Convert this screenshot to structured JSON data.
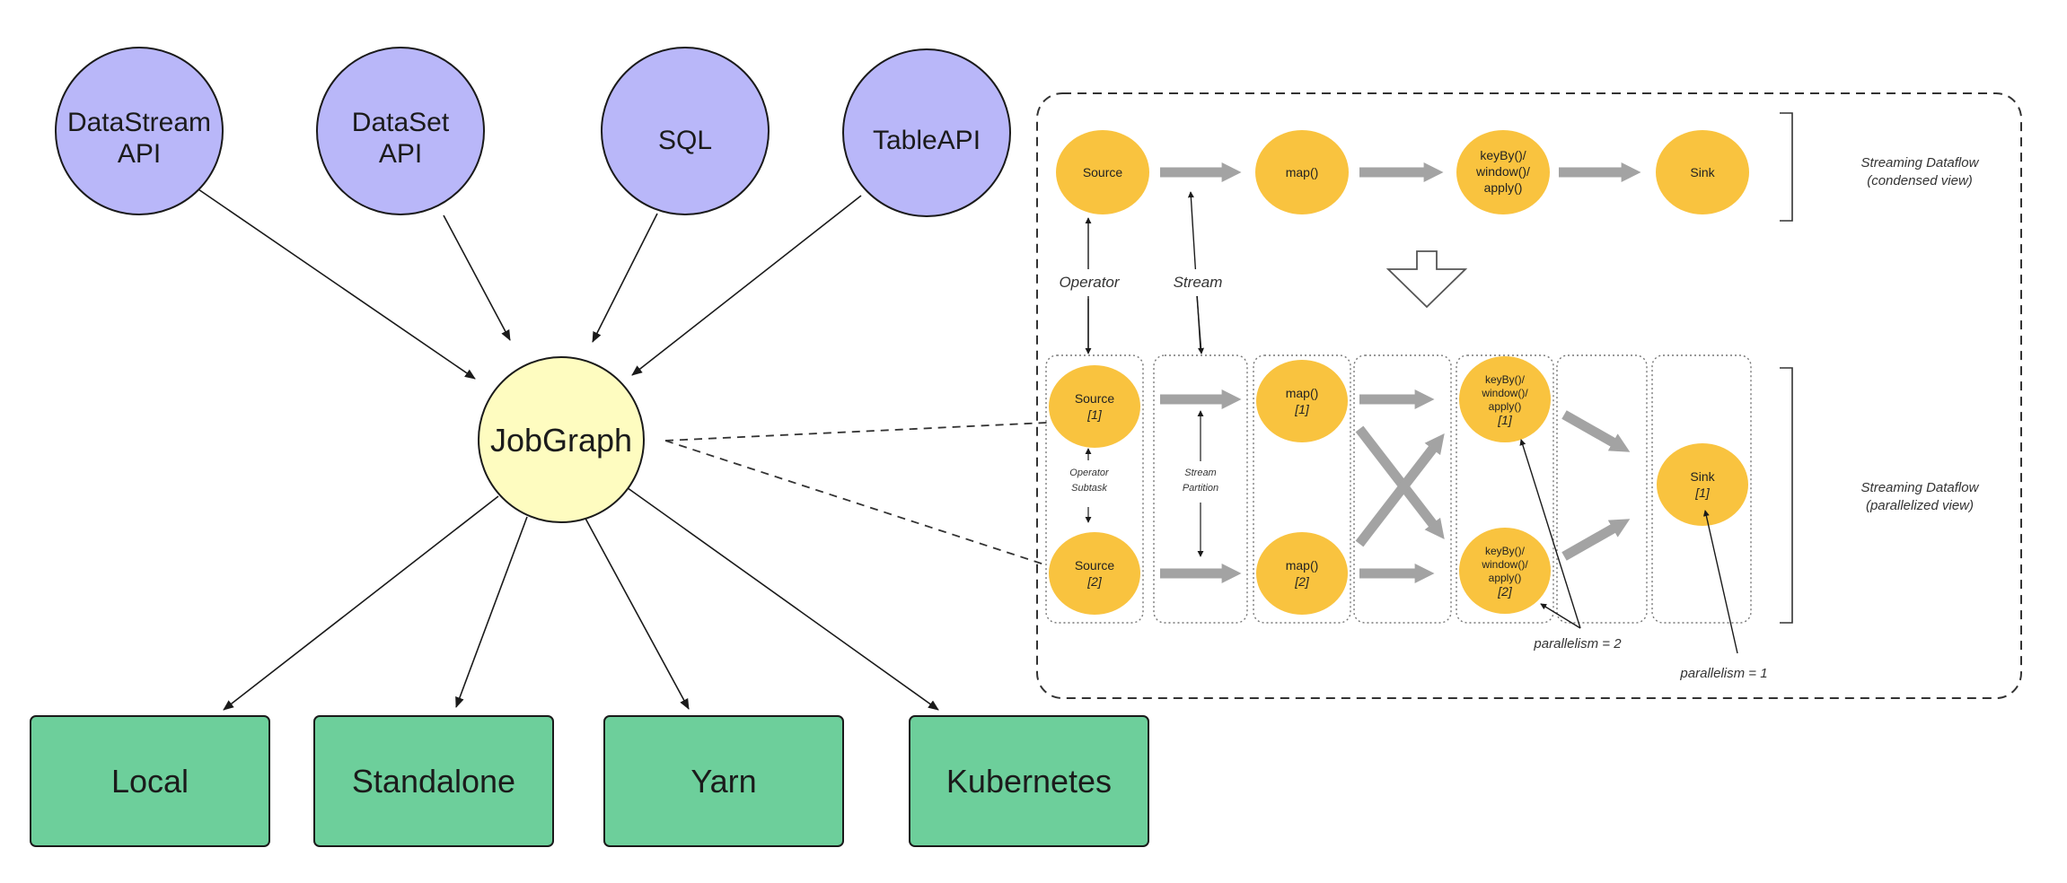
{
  "apis": [
    {
      "lines": [
        "DataStream",
        "API"
      ]
    },
    {
      "lines": [
        "DataSet",
        "API"
      ]
    },
    {
      "lines": [
        "SQL"
      ]
    },
    {
      "lines": [
        "TableAPI"
      ]
    }
  ],
  "jobgraph": {
    "label": "JobGraph"
  },
  "targets": [
    {
      "label": "Local"
    },
    {
      "label": "Standalone"
    },
    {
      "label": "Yarn"
    },
    {
      "label": "Kubernetes"
    }
  ],
  "condensed": {
    "nodes": [
      {
        "lines": [
          "Source"
        ]
      },
      {
        "lines": [
          "map()"
        ]
      },
      {
        "lines": [
          "keyBy()/",
          "window()/",
          "apply()"
        ]
      },
      {
        "lines": [
          "Sink"
        ]
      }
    ],
    "label": [
      "Streaming Dataflow",
      "(condensed view)"
    ],
    "operator_label": "Operator",
    "stream_label": "Stream"
  },
  "parallel": {
    "source1": {
      "lines": [
        "Source"
      ],
      "index": "[1]"
    },
    "source2": {
      "lines": [
        "Source"
      ],
      "index": "[2]"
    },
    "map1": {
      "lines": [
        "map()"
      ],
      "index": "[1]"
    },
    "map2": {
      "lines": [
        "map()"
      ],
      "index": "[2]"
    },
    "keyby1": {
      "lines": [
        "keyBy()/",
        "window()/",
        "apply()"
      ],
      "index": "[1]"
    },
    "keyby2": {
      "lines": [
        "keyBy()/",
        "window()/",
        "apply()"
      ],
      "index": "[2]"
    },
    "sink1": {
      "lines": [
        "Sink"
      ],
      "index": "[1]"
    },
    "operator_subtask_label": [
      "Operator",
      "Subtask"
    ],
    "stream_partition_label": [
      "Stream",
      "Partition"
    ],
    "label": [
      "Streaming Dataflow",
      "(parallelized view)"
    ],
    "parallelism_2": "parallelism = 2",
    "parallelism_1": "parallelism = 1"
  },
  "colors": {
    "api_fill": "#b9b7f9",
    "jobgraph_fill": "#fefcc0",
    "target_fill": "#6dcf9b",
    "operator_fill": "#f9c33f",
    "arrow_gray": "#a3a3a3"
  }
}
